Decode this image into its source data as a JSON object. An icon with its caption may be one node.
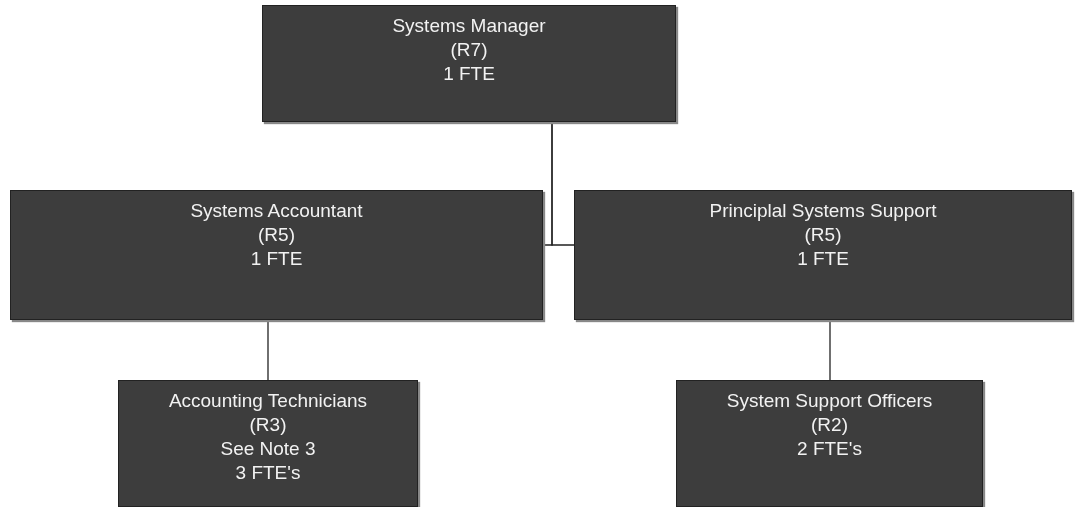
{
  "diagram": {
    "nodes": [
      {
        "text": [
          "Systems Manager",
          "(R7)",
          "1 FTE"
        ]
      },
      {
        "text": [
          "Systems Accountant",
          "(R5)",
          "1 FTE"
        ]
      },
      {
        "text": [
          "Principlal Systems Support",
          "(R5)",
          "1 FTE"
        ]
      },
      {
        "text": [
          "Accounting Technicians",
          "(R3)",
          "See Note 3",
          "3 FTE's"
        ]
      },
      {
        "text": [
          "System Support Officers",
          "(R2)",
          "2 FTE's"
        ]
      }
    ],
    "edges": [
      {
        "from": 0,
        "to": 1,
        "arrow": "none"
      },
      {
        "from": 0,
        "to": 2,
        "arrow": "none"
      },
      {
        "from": 1,
        "to": 3,
        "arrow": "none"
      },
      {
        "from": 2,
        "to": 4,
        "arrow": "none"
      }
    ]
  }
}
